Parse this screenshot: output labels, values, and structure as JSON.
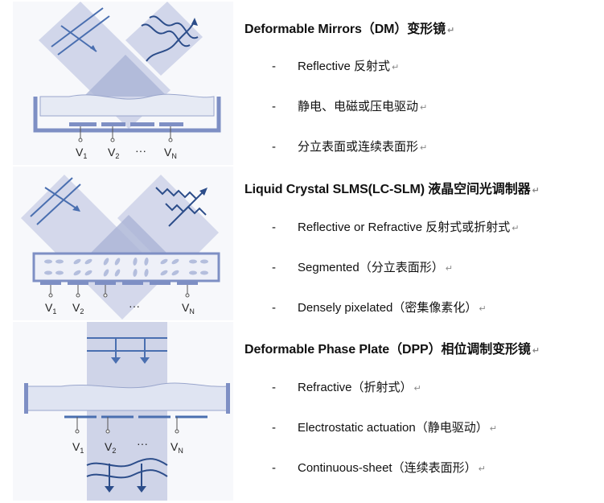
{
  "sections": [
    {
      "heading": "Deformable Mirrors（DM）变形镜",
      "items": [
        "Reflective 反射式",
        "静电、电磁或压电驱动",
        "分立表面或连续表面形"
      ]
    },
    {
      "heading": "Liquid Crystal SLMS(LC-SLM) 液晶空间光调制器",
      "items": [
        "Reflective or Refractive  反射式或折射式",
        "Segmented（分立表面形）",
        "Densely pixelated（密集像素化）"
      ]
    },
    {
      "heading": "Deformable Phase Plate（DPP）相位调制变形镜",
      "items": [
        "Refractive（折射式）",
        "Electrostatic actuation（静电驱动）",
        "Continuous-sheet（连续表面形）"
      ]
    }
  ],
  "bullet": "-",
  "paragraph_mark": "↵",
  "diagram_labels": {
    "v1": "V",
    "v1_sub": "1",
    "v2": "V",
    "v2_sub": "2",
    "vn": "V",
    "vn_sub": "N",
    "ellipsis": "···"
  },
  "colors": {
    "line": "#4a6fb0",
    "beam": "#c4cbe4",
    "shade": "#aab4d6",
    "electrode": "#7e8fc4"
  }
}
